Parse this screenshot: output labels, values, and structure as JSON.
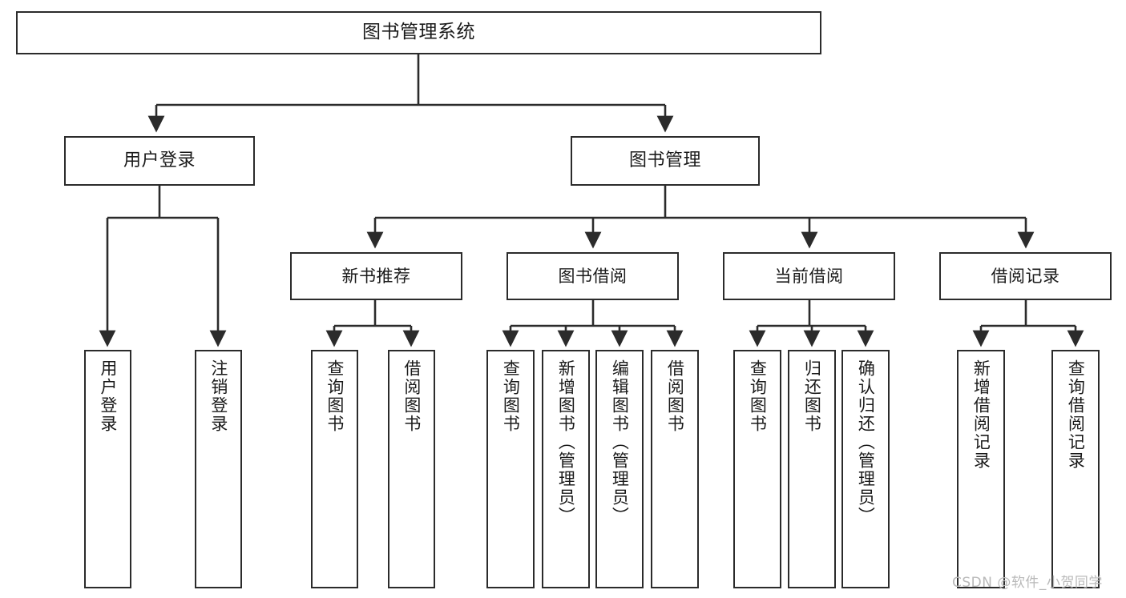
{
  "diagram": {
    "title": "图书管理系统",
    "type": "tree-hierarchy",
    "root": {
      "label": "图书管理系统"
    },
    "level2": [
      {
        "label": "用户登录"
      },
      {
        "label": "图书管理"
      }
    ],
    "level3": [
      {
        "label": "新书推荐"
      },
      {
        "label": "图书借阅"
      },
      {
        "label": "当前借阅"
      },
      {
        "label": "借阅记录"
      }
    ],
    "leaves": {
      "user_login": [
        {
          "label": "用户登录"
        },
        {
          "label": "注销登录"
        }
      ],
      "new_book_recommend": [
        {
          "label": "查询图书"
        },
        {
          "label": "借阅图书"
        }
      ],
      "book_borrow": [
        {
          "label": "查询图书"
        },
        {
          "label": "新增图书（管理员）"
        },
        {
          "label": "编辑图书（管理员）"
        },
        {
          "label": "借阅图书"
        }
      ],
      "current_borrow": [
        {
          "label": "查询图书"
        },
        {
          "label": "归还图书"
        },
        {
          "label": "确认归还（管理员）"
        }
      ],
      "borrow_records": [
        {
          "label": "新增借阅记录"
        },
        {
          "label": "查询借阅记录"
        }
      ]
    }
  },
  "watermark": {
    "text": "CSDN @软件_小贺同学"
  },
  "colors": {
    "border": "#2b2b2b",
    "background": "#ffffff",
    "text": "#1a1a1a",
    "watermark": "#b9b9b9"
  }
}
